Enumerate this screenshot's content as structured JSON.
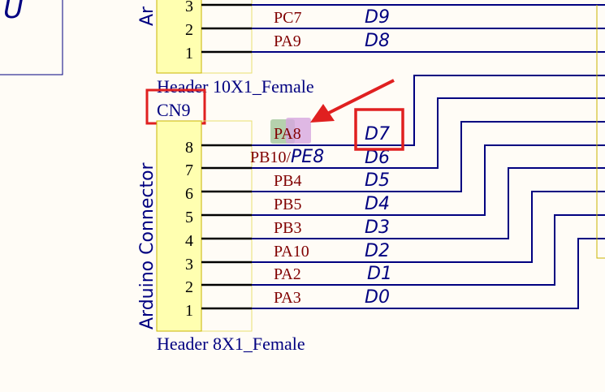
{
  "colors": {
    "background": "#fffcf6",
    "wire": "#000080",
    "pin_line": "#000000",
    "header_fill": "#ffffb0",
    "header_stroke": "#c8b400",
    "pin_name": "#800000",
    "designator": "#000080",
    "annotation": "#e02020",
    "highlight_green": "#a8c9a0",
    "highlight_purple": "#d7a6e0"
  },
  "top_fragment": {
    "text": "U"
  },
  "header_top": {
    "rotated_label": "Ar",
    "name": "Header 10X1_Female",
    "pins": [
      {
        "number": "3",
        "name": "",
        "net": ""
      },
      {
        "number": "2",
        "name": "PC7",
        "net": "D9"
      },
      {
        "number": "1",
        "name": "PA9",
        "net": "D8"
      }
    ]
  },
  "header_bottom": {
    "designator": "CN9",
    "rotated_label": "Arduino Connector",
    "name": "Header 8X1_Female",
    "pins": [
      {
        "number": "8",
        "name": "PA8",
        "net": "D7"
      },
      {
        "number": "7",
        "name": "PB10/",
        "name_suffix": "PE8",
        "net": "D6"
      },
      {
        "number": "6",
        "name": "PB4",
        "net": "D5"
      },
      {
        "number": "5",
        "name": "PB5",
        "net": "D4"
      },
      {
        "number": "4",
        "name": "PB3",
        "net": "D3"
      },
      {
        "number": "3",
        "name": "PA10",
        "net": "D2"
      },
      {
        "number": "2",
        "name": "PA2",
        "net": "D1"
      },
      {
        "number": "1",
        "name": "PA3",
        "net": "D0"
      }
    ]
  }
}
